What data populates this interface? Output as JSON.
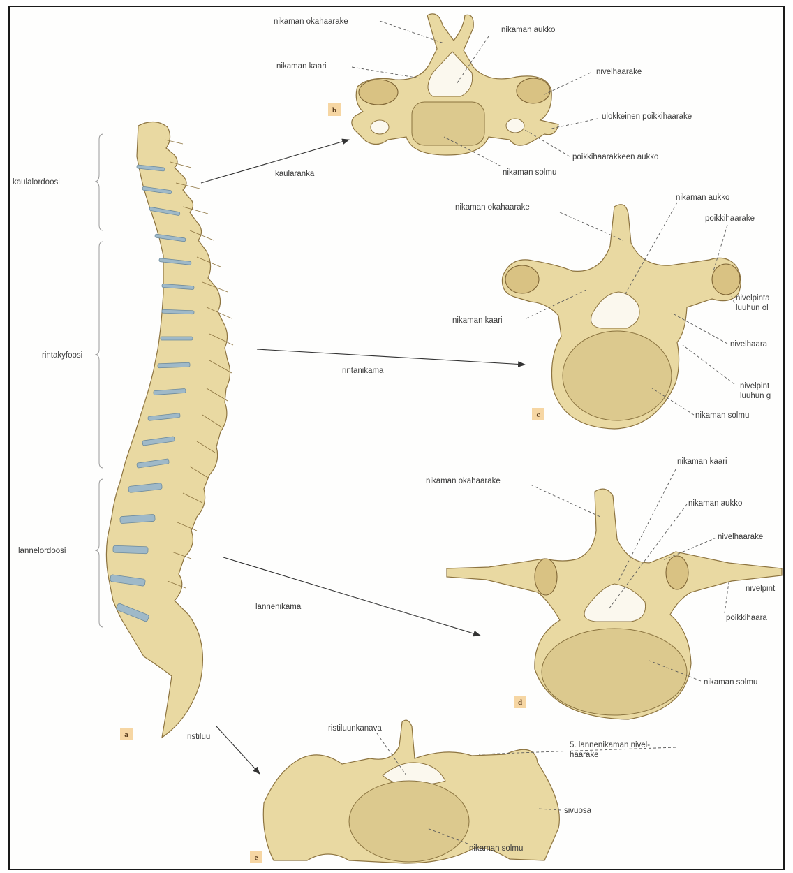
{
  "regions": {
    "cervical": "kaulalordoosi",
    "thoracic": "rintakyfoosi",
    "lumbar": "lannelordoosi"
  },
  "arrows": {
    "to_b": "kaularanka",
    "to_c": "rintanikama",
    "to_d": "lannenikama",
    "to_e": "ristiluu"
  },
  "panel_tags": {
    "a": "a",
    "b": "b",
    "c": "c",
    "d": "d",
    "e": "e"
  },
  "panel_b": {
    "spinous_process": "nikaman okahaarake",
    "foramen": "nikaman aukko",
    "arch": "nikaman kaari",
    "articular_process": "nivelhaarake",
    "transverse_process": "ulokkeinen poikkihaarake",
    "transverse_foramen": "poikkihaarakkeen aukko",
    "body": "nikaman solmu"
  },
  "panel_c": {
    "foramen": "nikaman aukko",
    "spinous_process": "nikaman okahaarake",
    "transverse_process": "poikkihaarake",
    "arch": "nikaman kaari",
    "costal_facet_1a": "nivelpinta",
    "costal_facet_1b": "luuhun ol",
    "articular_process": "nivelhaara",
    "costal_facet_2a": "nivelpint",
    "costal_facet_2b": "luuhun g",
    "body": "nikaman solmu"
  },
  "panel_d": {
    "arch": "nikaman kaari",
    "spinous_process": "nikaman okahaarake",
    "foramen": "nikaman aukko",
    "articular_process": "nivelhaarake",
    "costal_facet": "nivelpint",
    "transverse_process": "poikkihaara",
    "body": "nikaman solmu"
  },
  "panel_e": {
    "sacral_canal": "ristiluunkanava",
    "l5_process_line1": "5. lannenikaman nivel-",
    "l5_process_line2": "haarake",
    "lateral_part": "sivuosa",
    "body": "nikaman solmu"
  }
}
